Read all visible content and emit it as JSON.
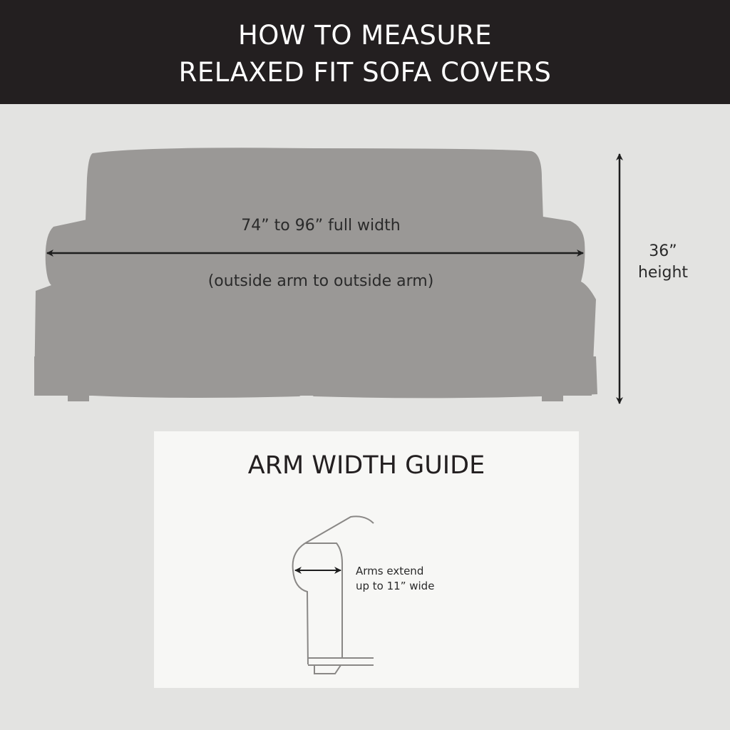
{
  "header": {
    "line1": "HOW TO MEASURE",
    "line2": "RELAXED FIT SOFA COVERS"
  },
  "sofa": {
    "width_label": "74” to 96” full width",
    "width_note": "(outside arm to outside arm)",
    "height_value": "36”",
    "height_label": "height"
  },
  "arm_guide": {
    "title": "ARM WIDTH GUIDE",
    "note_line1": "Arms extend",
    "note_line2": "up to 11” wide"
  },
  "colors": {
    "header_bg": "#231f20",
    "background": "#e3e3e1",
    "sofa": "#9a9896",
    "card": "#f7f7f5"
  }
}
